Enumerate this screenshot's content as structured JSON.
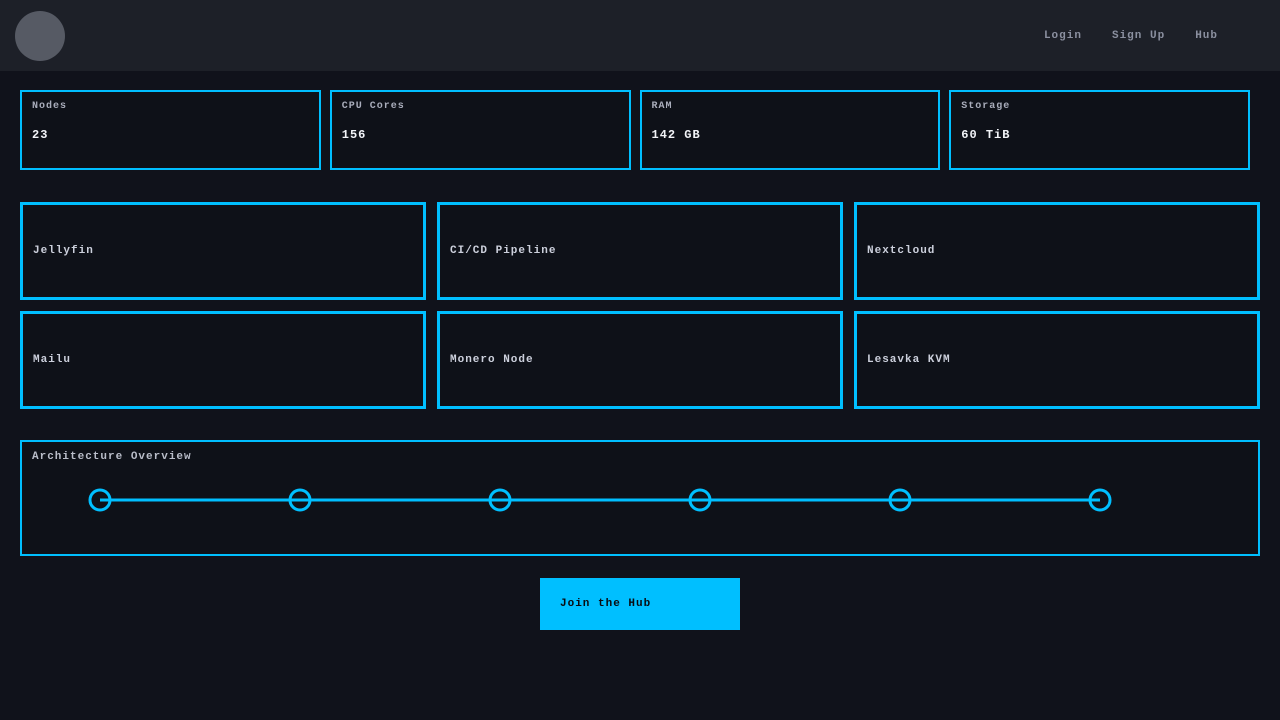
{
  "navbar": {
    "links": [
      {
        "label": "Login"
      },
      {
        "label": "Sign Up"
      },
      {
        "label": "Hub"
      }
    ]
  },
  "stats": [
    {
      "label": "Nodes",
      "value": "23"
    },
    {
      "label": "CPU Cores",
      "value": "156"
    },
    {
      "label": "RAM",
      "value": "142 GB"
    },
    {
      "label": "Storage",
      "value": "60 TiB"
    }
  ],
  "services": [
    {
      "name": "Jellyfin"
    },
    {
      "name": "CI/CD Pipeline"
    },
    {
      "name": "Nextcloud"
    },
    {
      "name": "Mailu"
    },
    {
      "name": "Monero Node"
    },
    {
      "name": "Lesavka KVM"
    }
  ],
  "architecture": {
    "title": "Architecture Overview",
    "node_count": 6
  },
  "cta": {
    "label": "Join the Hub"
  },
  "colors": {
    "accent": "#00BFFF",
    "page_bg": "#10121B",
    "navbar_bg": "#1D2028",
    "card_bg": "#0E1118",
    "avatar_gray": "#565A64",
    "text_muted": "#A9ADBB",
    "text_bright": "#F2F4F8",
    "nav_link": "#8B90A0",
    "button_text": "#0A0C12"
  }
}
